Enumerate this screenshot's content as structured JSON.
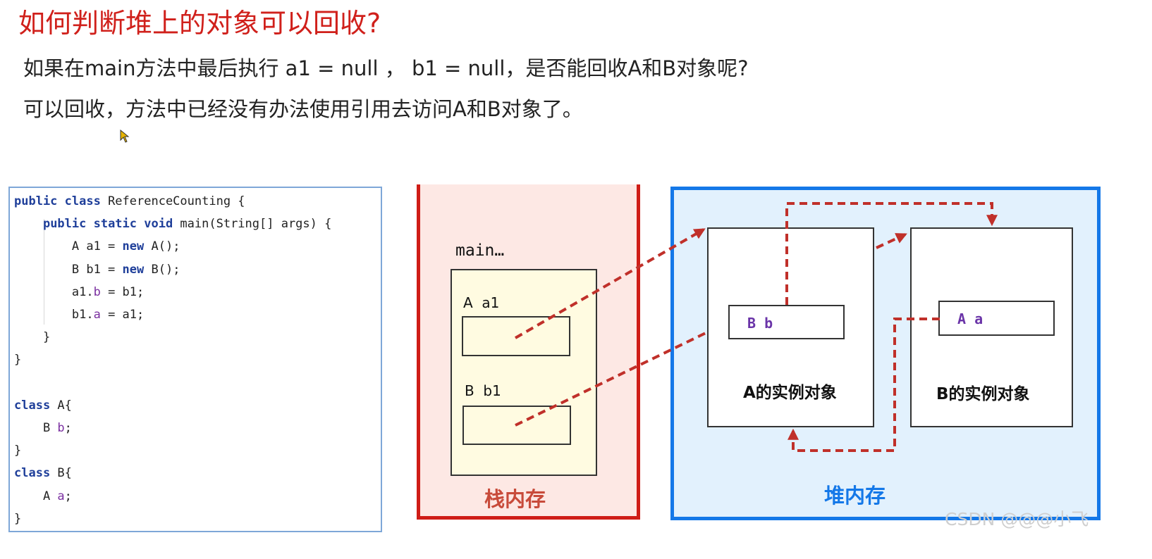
{
  "title": "如何判断堆上的对象可以回收?",
  "question": "如果在main方法中最后执行 a1 = null ， b1 = null，是否能回收A和B对象呢?",
  "answer": "可以回收，方法中已经没有办法使用引用去访问A和B对象了。",
  "code": {
    "lines": [
      [
        "kw:public class",
        "txt: ReferenceCounting {"
      ],
      [
        "txt:    ",
        "kw:public static void",
        "txt: main(String[] args) {"
      ],
      [
        "txt:        A a1 = ",
        "kw:new",
        "txt: A();"
      ],
      [
        "txt:        B b1 = ",
        "kw:new",
        "txt: B();"
      ],
      [
        "txt:        a1.",
        "fld:b",
        "txt: = b1;"
      ],
      [
        "txt:        b1.",
        "fld:a",
        "txt: = a1;"
      ],
      [
        "txt:    }"
      ],
      [
        "txt:}"
      ],
      [
        "txt:"
      ],
      [
        "kw:class",
        "txt: A{"
      ],
      [
        "txt:    B ",
        "fld:b",
        "txt:;"
      ],
      [
        "txt:}"
      ],
      [
        "kw:class",
        "txt: B{"
      ],
      [
        "txt:    A ",
        "fld:a",
        "txt:;"
      ],
      [
        "txt:}"
      ]
    ]
  },
  "stack": {
    "frame_label": "main…",
    "var_a1_label": "A  a1",
    "var_b1_label": "B  b1",
    "region_label": "栈内存"
  },
  "heap": {
    "object_a_label": "A的实例对象",
    "object_b_label": "B的实例对象",
    "field_b_label": "B b",
    "field_a_label": "A a",
    "region_label": "堆内存"
  },
  "colors": {
    "title": "#d0201b",
    "arrow": "#c0302a",
    "stack_border": "#cf1d17",
    "heap_border": "#1478e8"
  },
  "watermark": "CSDN @@@小飞"
}
